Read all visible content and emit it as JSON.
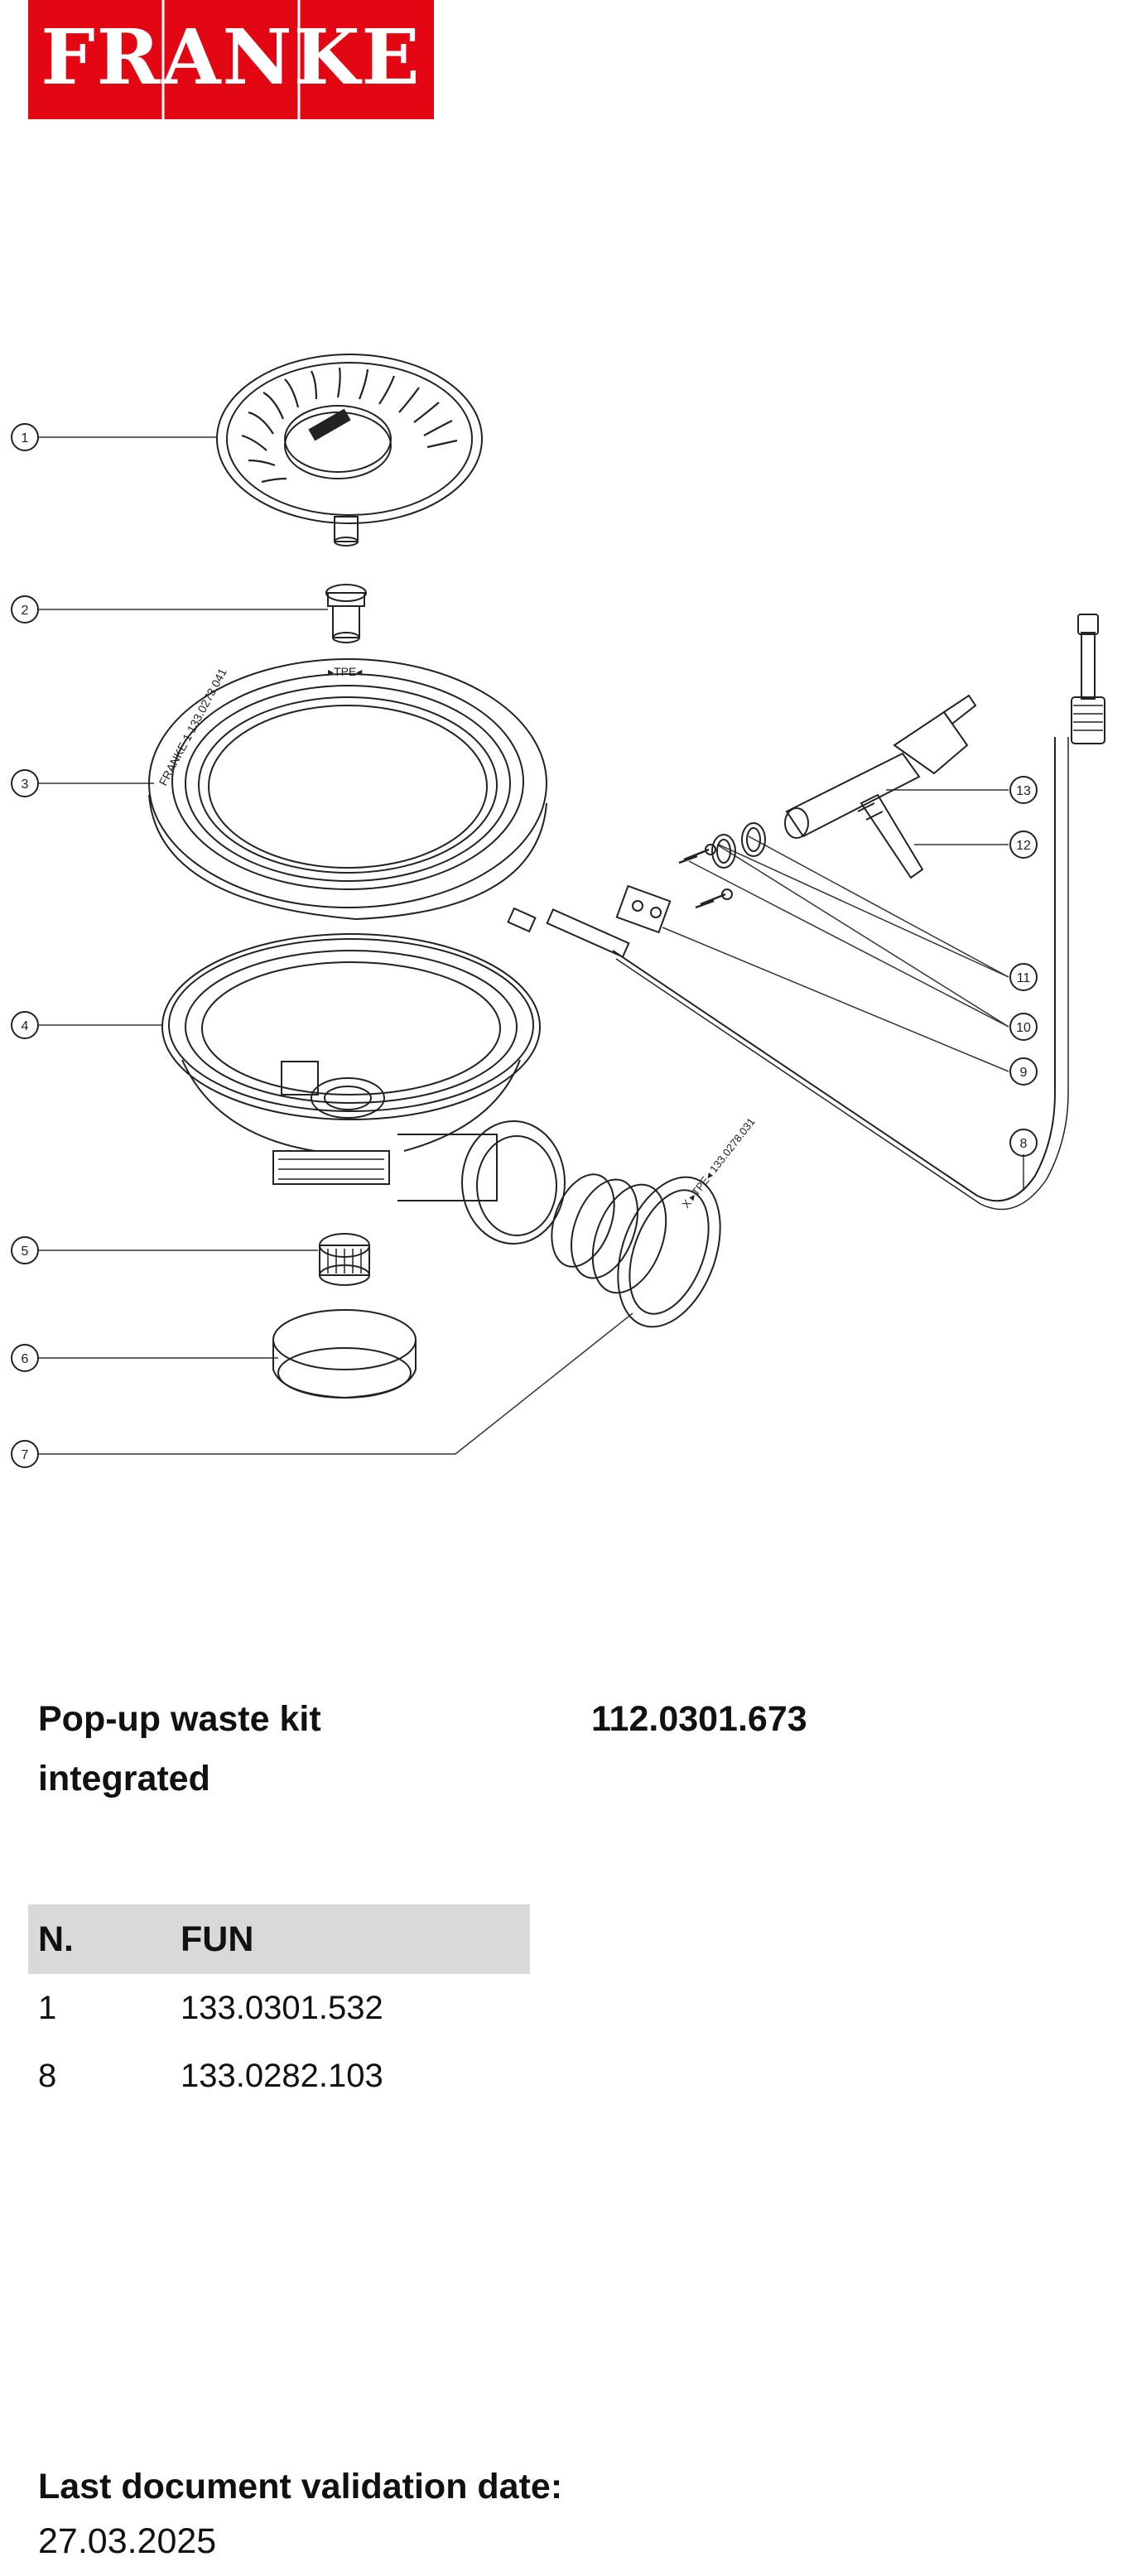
{
  "brand": {
    "logo_text": "FRANKE",
    "color": "#e30613"
  },
  "drawing": {
    "callouts": [
      "1",
      "2",
      "3",
      "4",
      "5",
      "6",
      "7",
      "8",
      "9",
      "10",
      "11",
      "12",
      "13"
    ],
    "part_markings": {
      "ring": "FRANKE 1 133.0273.041",
      "ring_tab": "▸TPE◂",
      "sleeve": "X ▸TPE◂ 133.0278.031"
    }
  },
  "product": {
    "title": "Pop-up waste kit integrated",
    "code": "112.0301.673"
  },
  "parts_table": {
    "headers": [
      "N.",
      "FUN"
    ],
    "rows": [
      {
        "n": "1",
        "fun": "133.0301.532"
      },
      {
        "n": "8",
        "fun": "133.0282.103"
      }
    ]
  },
  "validation": {
    "label": "Last document validation date:",
    "date": "27.03.2025"
  }
}
